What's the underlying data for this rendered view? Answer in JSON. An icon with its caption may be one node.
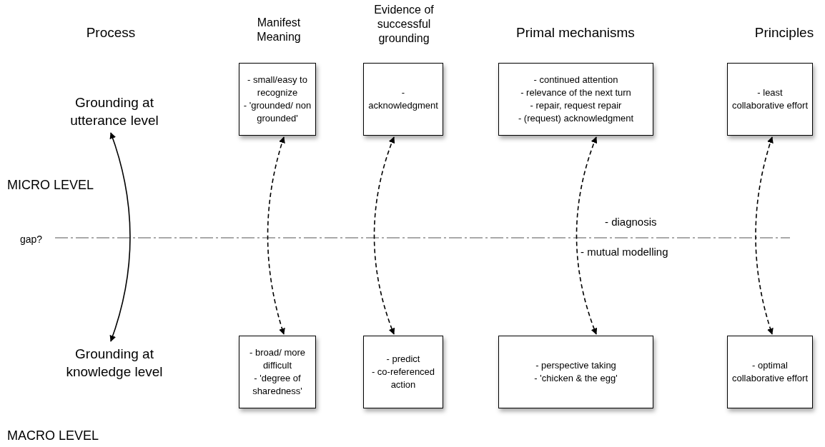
{
  "diagram": {
    "nodes": [
      {
        "text": [
          "Grounding at utterance level"
        ]
      },
      {
        "text": [
          "- small/easy to recognize",
          "- 'grounded/ non grounded'"
        ]
      },
      {
        "text": [
          "- acknowledgment"
        ]
      },
      {
        "text": [
          "- continued attention",
          "- relevance of the next turn",
          "- repair, request repair",
          "- (request) acknowledgment"
        ]
      },
      {
        "text": [
          "- least collaborative effort"
        ]
      },
      {
        "text": [
          "Grounding at knowledge level"
        ]
      },
      {
        "text": [
          "- broad/ more difficult",
          "- 'degree of sharedness'"
        ]
      },
      {
        "text": [
          "- predict",
          "- co-referenced action"
        ]
      },
      {
        "text": [
          "- perspective taking",
          "- 'chicken & the egg'"
        ]
      },
      {
        "text": [
          "- optimal collaborative effort"
        ]
      }
    ],
    "edges": [
      {
        "from": 0,
        "to": 5,
        "arrow": "both"
      },
      {
        "from": 1,
        "to": 6,
        "arrow": "both",
        "style": "dashed"
      },
      {
        "from": 2,
        "to": 7,
        "arrow": "both",
        "style": "dashed"
      },
      {
        "from": 3,
        "to": 8,
        "arrow": "both",
        "style": "dashed"
      },
      {
        "from": 4,
        "to": 9,
        "arrow": "both",
        "style": "dashed"
      }
    ],
    "labels": [
      "Process",
      "Manifest Meaning",
      "Evidence of successful grounding",
      "Primal mechanisms",
      "Principles",
      "MICRO LEVEL",
      "gap?",
      "- diagnosis",
      "- mutual modelling",
      "MACRO LEVEL"
    ]
  }
}
